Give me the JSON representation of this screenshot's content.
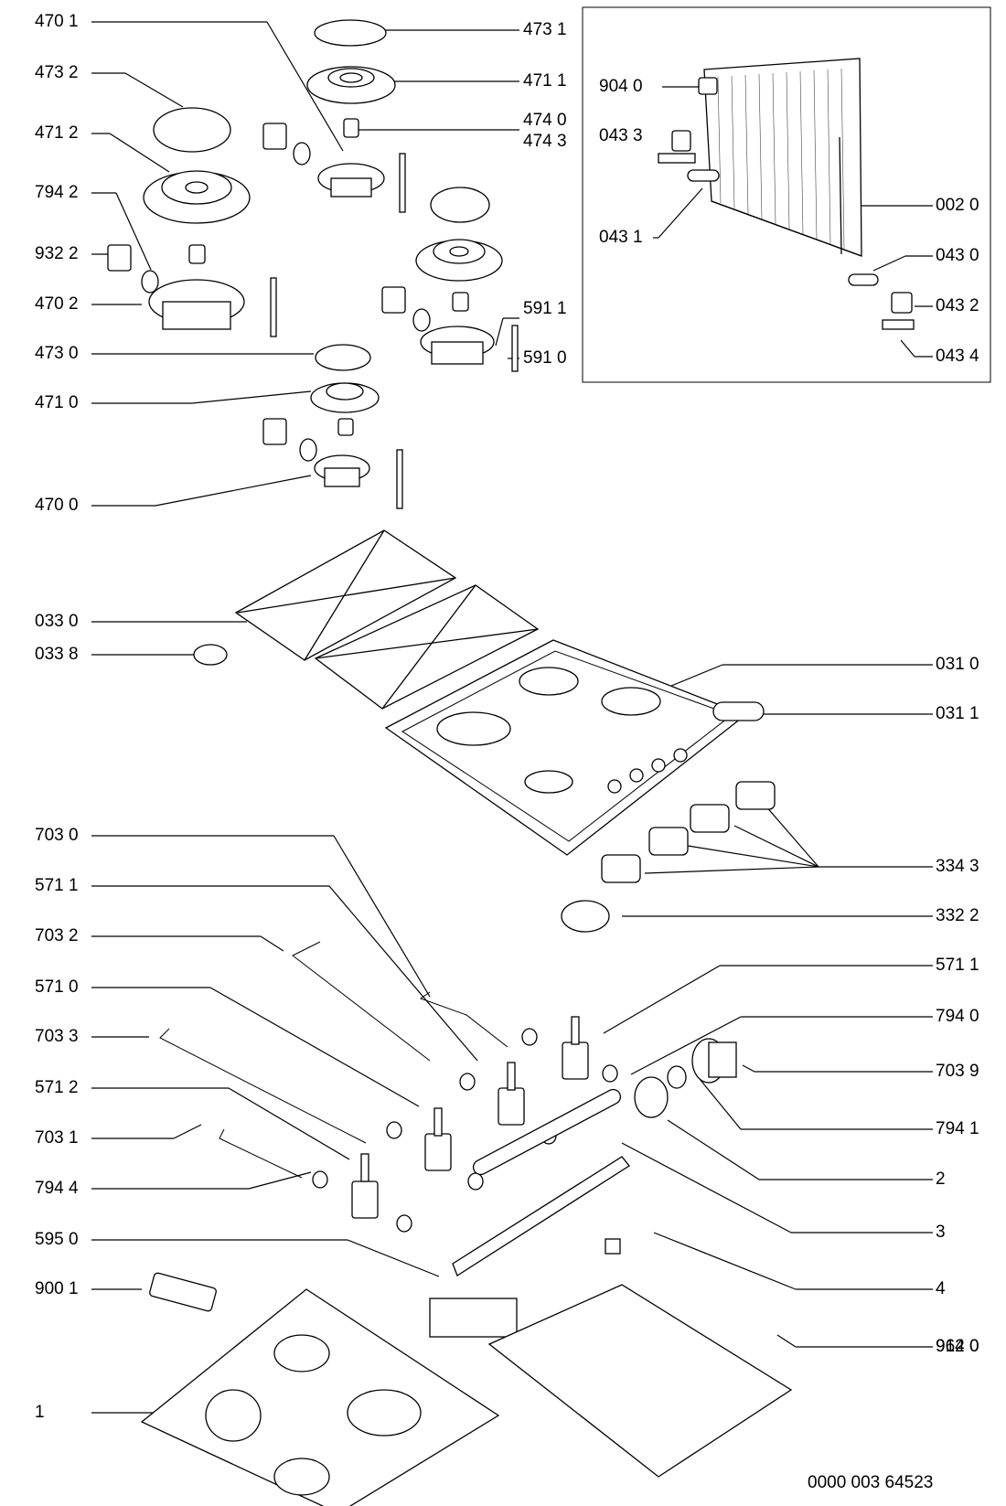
{
  "labels_left": [
    "470 1",
    "473 2",
    "471 2",
    "794 2",
    "932 2",
    "470 2",
    "473 0",
    "471 0",
    "470 0",
    "033 0",
    "033 8",
    "703 0",
    "571 1",
    "703 2",
    "571 0",
    "703 3",
    "571 2",
    "703 1",
    "794 4",
    "595 0",
    "900 1",
    "1"
  ],
  "labels_mid": [
    "473 1",
    "471 1",
    "474 0",
    "474 3",
    "591 1",
    "591 0"
  ],
  "labels_inset": [
    "904 0",
    "043 3",
    "043 1",
    "002 0",
    "043 0",
    "043 2",
    "043 4"
  ],
  "labels_right": [
    "031 0",
    "031 1",
    "334 3",
    "332 2",
    "571 1",
    "794 0",
    "703 9",
    "794 1",
    "2",
    "3",
    "4",
    "912 0",
    "964 0"
  ],
  "footer_code": "0000 003 64523"
}
